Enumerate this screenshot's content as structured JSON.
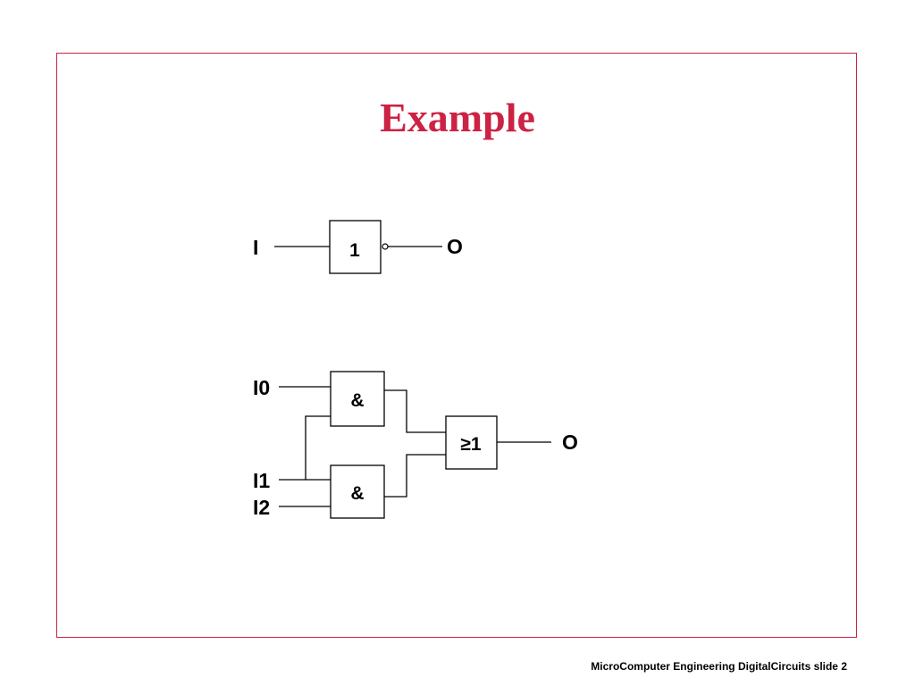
{
  "slide": {
    "title": "Example",
    "footer": "MicroComputer Engineering DigitalCircuits slide 2",
    "frame_color": "#cc2244"
  },
  "diagram_not": {
    "input_label": "I",
    "gate_symbol": "1",
    "output_label": "O",
    "output_inverted": true
  },
  "diagram_and_or": {
    "inputs": [
      "I0",
      "I1",
      "I2"
    ],
    "and_gate_symbol": "&",
    "or_gate_symbol": "≥1",
    "output_label": "O"
  }
}
